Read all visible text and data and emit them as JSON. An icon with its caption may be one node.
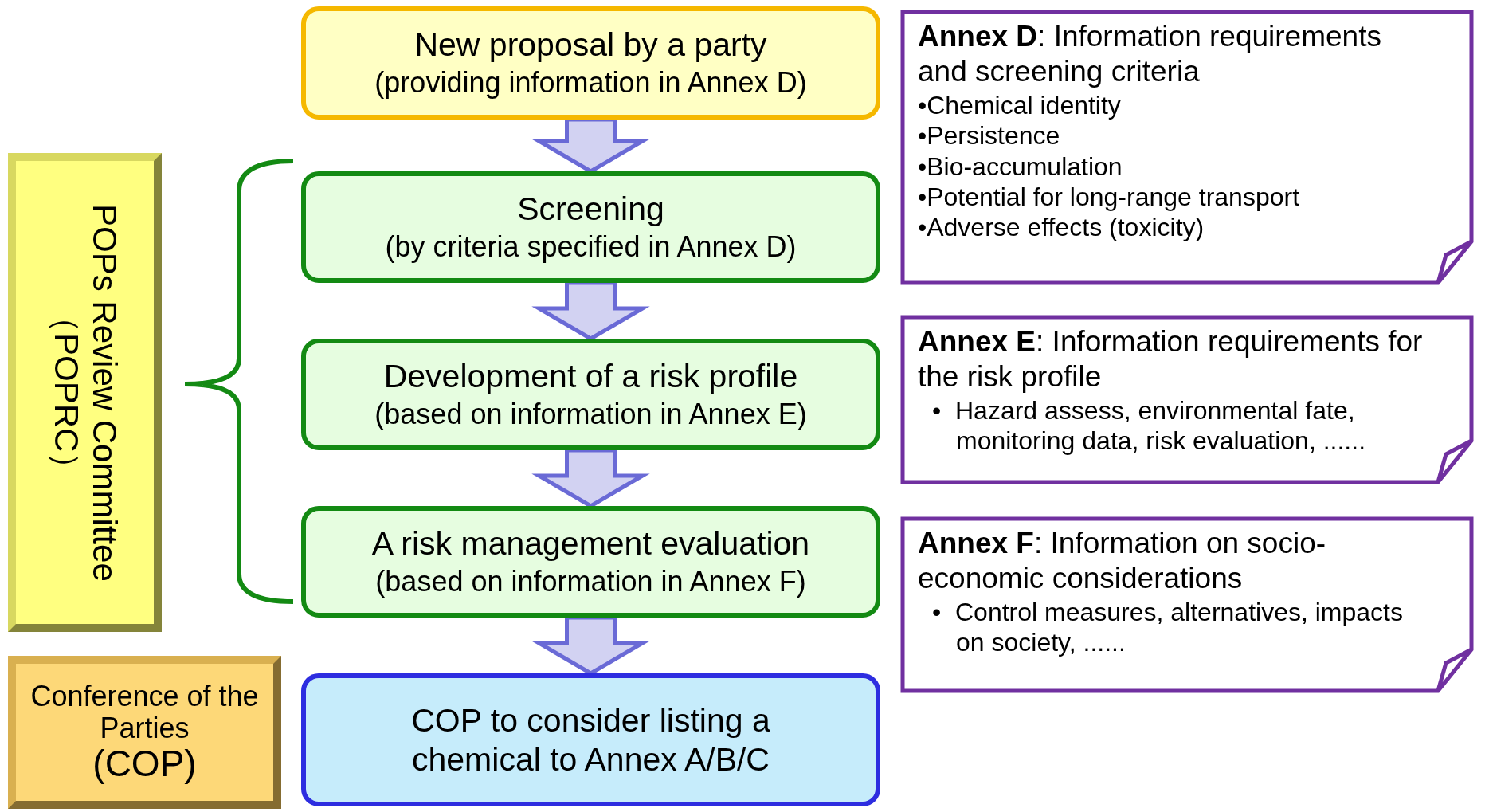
{
  "diagram": {
    "nodes": [
      {
        "text": [
          "New proposal by a party",
          "(providing information in Annex D)"
        ]
      },
      {
        "text": [
          "Screening",
          "(by criteria specified in Annex D)"
        ]
      },
      {
        "text": [
          "Development of a risk profile",
          "(based on information in Annex E)"
        ]
      },
      {
        "text": [
          "A risk management evaluation",
          "(based on information in Annex F)"
        ]
      },
      {
        "text": [
          "COP to consider listing a chemical to Annex A/B/C"
        ]
      },
      {
        "text": [
          "POPs Review Committee （POPRC）"
        ]
      },
      {
        "text": [
          "Conference of the Parties",
          "(COP)"
        ]
      },
      {
        "text": [
          "**Annex D**: Information requirements and screening criteria",
          "•Chemical identity",
          "•Persistence",
          "•Bio-accumulation",
          "•Potential for long-range transport",
          "•Adverse effects (toxicity)"
        ]
      },
      {
        "text": [
          "**Annex E**: Information requirements for the risk profile",
          "•  Hazard assess, environmental fate, monitoring data, risk evaluation, ......"
        ]
      },
      {
        "text": [
          "**Annex F**: Information on socio-economic considerations",
          "•  Control measures, alternatives, impacts on society, ......"
        ]
      }
    ],
    "edges": [
      {
        "from": 0,
        "to": 1,
        "arrow": "to"
      },
      {
        "from": 1,
        "to": 2,
        "arrow": "to"
      },
      {
        "from": 2,
        "to": 3,
        "arrow": "to"
      },
      {
        "from": 3,
        "to": 4,
        "arrow": "to"
      }
    ]
  }
}
